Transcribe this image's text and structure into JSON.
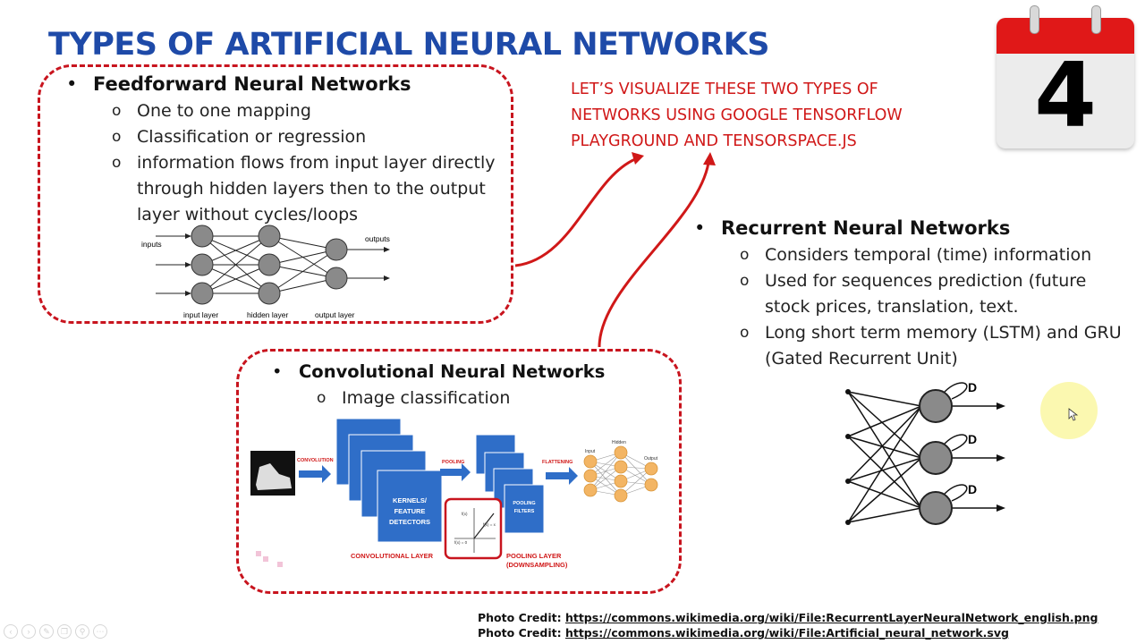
{
  "slide": {
    "title": "TYPES OF ARTIFICIAL NEURAL NETWORKS",
    "calendar_number": "4",
    "cta_lines": [
      "LET’S VISUALIZE THESE TWO TYPES OF",
      "NETWORKS USING GOOGLE TENSORFLOW",
      "PLAYGROUND AND TENSORSPACE.JS"
    ],
    "bullet_marker": "•",
    "sub_marker": "o"
  },
  "feedforward": {
    "heading": "Feedforward Neural Networks",
    "points": [
      "One to one mapping",
      "Classification or regression",
      "information flows from input layer directly through hidden layers then to the output layer without cycles/loops"
    ],
    "diagram": {
      "inputs_label": "inputs",
      "outputs_label": "outputs",
      "input_layer_label": "input layer",
      "hidden_layer_label": "hidden layer",
      "output_layer_label": "output layer"
    }
  },
  "cnn": {
    "heading": "Convolutional Neural Networks",
    "points": [
      "Image classification"
    ],
    "diagram": {
      "convolution": "CONVOLUTION",
      "pooling": "POOLING",
      "flattening": "FLATTENING",
      "kernels_line1": "KERNELS/",
      "kernels_line2": "FEATURE",
      "kernels_line3": "DETECTORS",
      "pooling_filters_line1": "POOLING",
      "pooling_filters_line2": "FILTERS",
      "conv_layer": "CONVOLUTIONAL LAYER",
      "pool_layer_line1": "POOLING LAYER",
      "pool_layer_line2": "(DOWNSAMPLING)",
      "input": "Input",
      "hidden": "Hidden",
      "output": "Output",
      "relu_fx_top": "f(x)",
      "relu_fx_diag": "f(x) = x",
      "relu_fx_zero": "f(x) = 0"
    }
  },
  "rnn": {
    "heading": "Recurrent Neural Networks",
    "points": [
      "Considers temporal (time) information",
      "Used for sequences prediction (future stock prices, translation, text.",
      "Long short term memory (LSTM) and GRU (Gated Recurrent Unit)"
    ],
    "diagram": {
      "delay_label": "D"
    }
  },
  "credits": {
    "label": "Photo Credit:",
    "link1": "https://commons.wikimedia.org/wiki/File:RecurrentLayerNeuralNetwork_english.png",
    "link2": "https://commons.wikimedia.org/wiki/File:Artificial_neural_network.svg"
  },
  "colors": {
    "title": "#1e4aa8",
    "accent_red": "#c8141e",
    "cnn_blue": "#2f6ec8",
    "node_gray": "#8a8a8a",
    "node_orange": "#f3b564"
  },
  "toolbar_icons": [
    "prev-icon",
    "next-icon",
    "pen-icon",
    "copy-icon",
    "zoom-icon",
    "more-icon"
  ]
}
